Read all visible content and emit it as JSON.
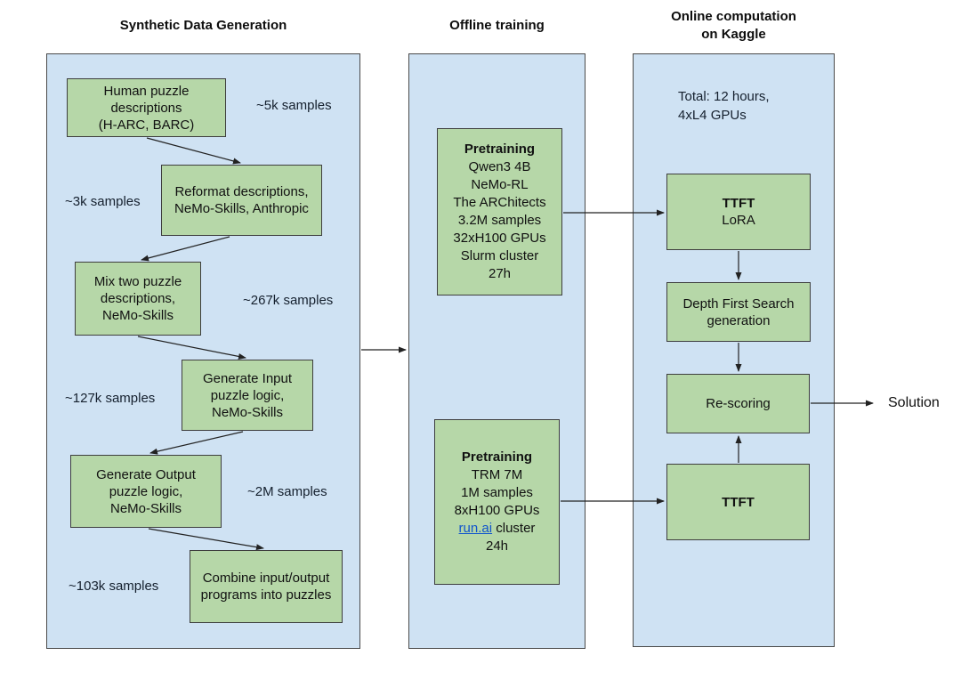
{
  "titles": {
    "left": "Synthetic Data Generation",
    "middle": "Offline training",
    "right": "Online computation\non Kaggle"
  },
  "left_panel": {
    "boxes": [
      {
        "text": "Human puzzle\ndescriptions\n(H-ARC, BARC)"
      },
      {
        "text": "Reformat descriptions,\nNeMo-Skills, Anthropic"
      },
      {
        "text": "Mix two puzzle\ndescriptions,\nNeMo-Skills"
      },
      {
        "text": "Generate Input\npuzzle logic,\nNeMo-Skills"
      },
      {
        "text": "Generate Output\npuzzle logic,\nNeMo-Skills"
      },
      {
        "text": "Combine input/output\nprograms into puzzles"
      }
    ],
    "labels": [
      "~5k samples",
      "~3k samples",
      "~267k samples",
      "~127k samples",
      "~2M samples",
      "~103k samples"
    ]
  },
  "middle_panel": {
    "boxes": [
      {
        "heading": "Pretraining",
        "body": "Qwen3 4B\nNeMo-RL\nThe ARChitects\n3.2M samples\n32xH100 GPUs\nSlurm cluster\n27h"
      },
      {
        "heading": "Pretraining",
        "body_before_link": "TRM 7M\n1M samples\n8xH100 GPUs",
        "link_text": "run.ai",
        "link_suffix": " cluster",
        "body_after_link": "24h"
      }
    ]
  },
  "right_panel": {
    "note": "Total: 12 hours,\n4xL4 GPUs",
    "boxes": [
      {
        "heading": "TTFT",
        "body": "LoRA"
      },
      {
        "text": "Depth First Search\ngeneration"
      },
      {
        "text": "Re-scoring"
      },
      {
        "heading": "TTFT"
      }
    ]
  },
  "output_label": "Solution",
  "colors": {
    "panel_fill": "#cfe2f3",
    "box_fill": "#b6d7a8",
    "box_border": "#3e3e3e",
    "panel_border": "#4a4a4a",
    "link": "#1155cc",
    "arrow": "#222222",
    "text": "#111111"
  }
}
